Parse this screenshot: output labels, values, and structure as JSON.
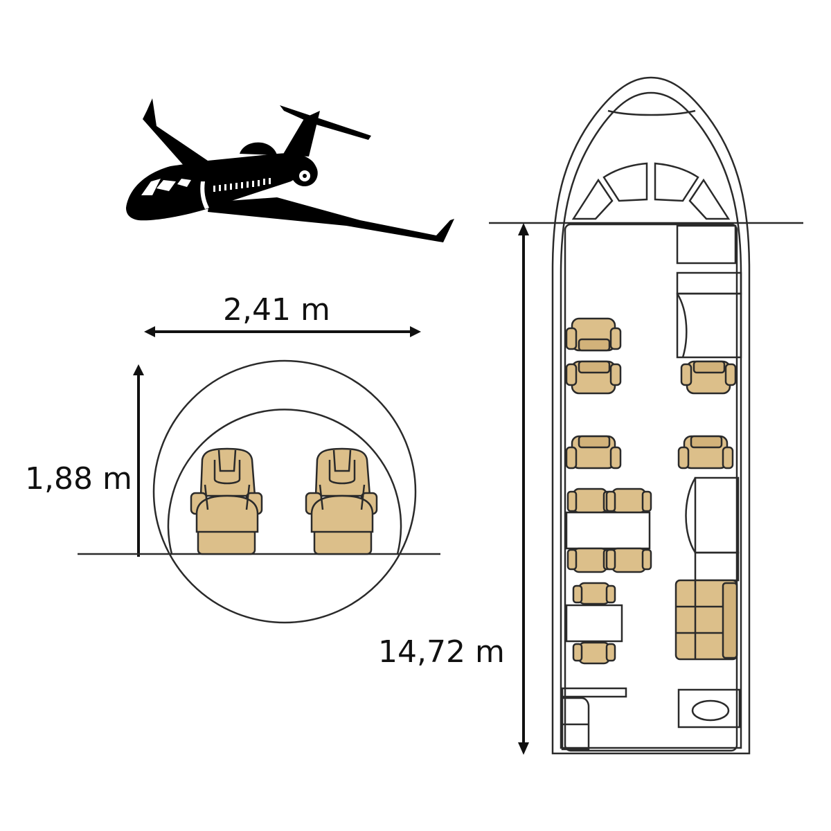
{
  "cabin": {
    "width_label": "2,41 m",
    "height_label": "1,88 m",
    "length_label": "14,72 m"
  },
  "colors": {
    "seat_fill": "#dcbf8a",
    "outline": "#2a2a2a",
    "silhouette": "#000000",
    "background": "#ffffff"
  },
  "icons": {
    "aircraft": "business-jet-silhouette-icon"
  }
}
